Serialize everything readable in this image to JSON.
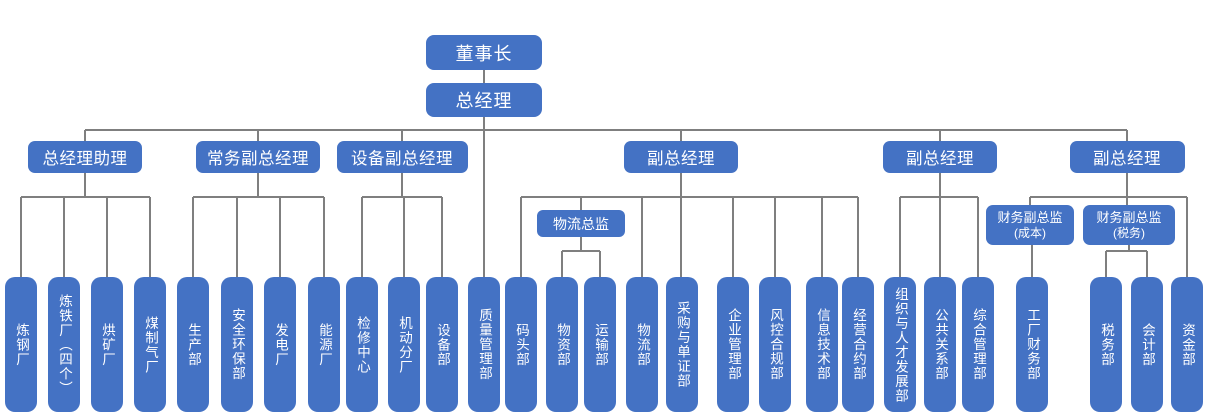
{
  "colors": {
    "node_fill": "#4472C4",
    "node_text": "#ffffff",
    "connector": "#7f7f7f",
    "background": "#ffffff"
  },
  "org": {
    "chairman": {
      "label": "董事长"
    },
    "general_manager": {
      "label": "总经理"
    },
    "gm_direct_departments": [
      {
        "label": "质量管理部"
      }
    ],
    "executives": [
      {
        "label": "总经理助理",
        "departments": [
          {
            "label": "炼钢厂"
          },
          {
            "label": "炼铁厂（四个）"
          },
          {
            "label": "烘矿厂"
          },
          {
            "label": "煤制气厂"
          }
        ]
      },
      {
        "label": "常务副总经理",
        "departments": [
          {
            "label": "生产部"
          },
          {
            "label": "安全环保部"
          },
          {
            "label": "发电厂"
          },
          {
            "label": "能源厂"
          }
        ]
      },
      {
        "label": "设备副总经理",
        "departments": [
          {
            "label": "检修中心"
          },
          {
            "label": "机动分厂"
          },
          {
            "label": "设备部"
          }
        ]
      },
      {
        "label": "副总经理",
        "middle_managers": [
          {
            "label": "物流总监",
            "departments": [
              {
                "label": "物资部"
              },
              {
                "label": "运输部"
              }
            ]
          }
        ],
        "departments": [
          {
            "label": "码头部"
          },
          {
            "label": "物流部"
          },
          {
            "label": "采购与单证部"
          },
          {
            "label": "企业管理部"
          },
          {
            "label": "风控合规部"
          },
          {
            "label": "信息技术部"
          },
          {
            "label": "经营合约部"
          }
        ]
      },
      {
        "label": "副总经理",
        "departments": [
          {
            "label": "组织与人才发展部"
          },
          {
            "label": "公共关系部"
          },
          {
            "label": "综合管理部"
          }
        ]
      },
      {
        "label": "副总经理",
        "middle_managers": [
          {
            "label": "财务副总监",
            "sublabel": "(成本)",
            "departments": [
              {
                "label": "工厂财务部"
              }
            ]
          },
          {
            "label": "财务副总监",
            "sublabel": "(税务)",
            "departments": [
              {
                "label": "税务部"
              },
              {
                "label": "会计部"
              },
              {
                "label": "资金部"
              }
            ]
          }
        ],
        "departments": [
          {
            "label": "资金部"
          }
        ]
      }
    ]
  }
}
